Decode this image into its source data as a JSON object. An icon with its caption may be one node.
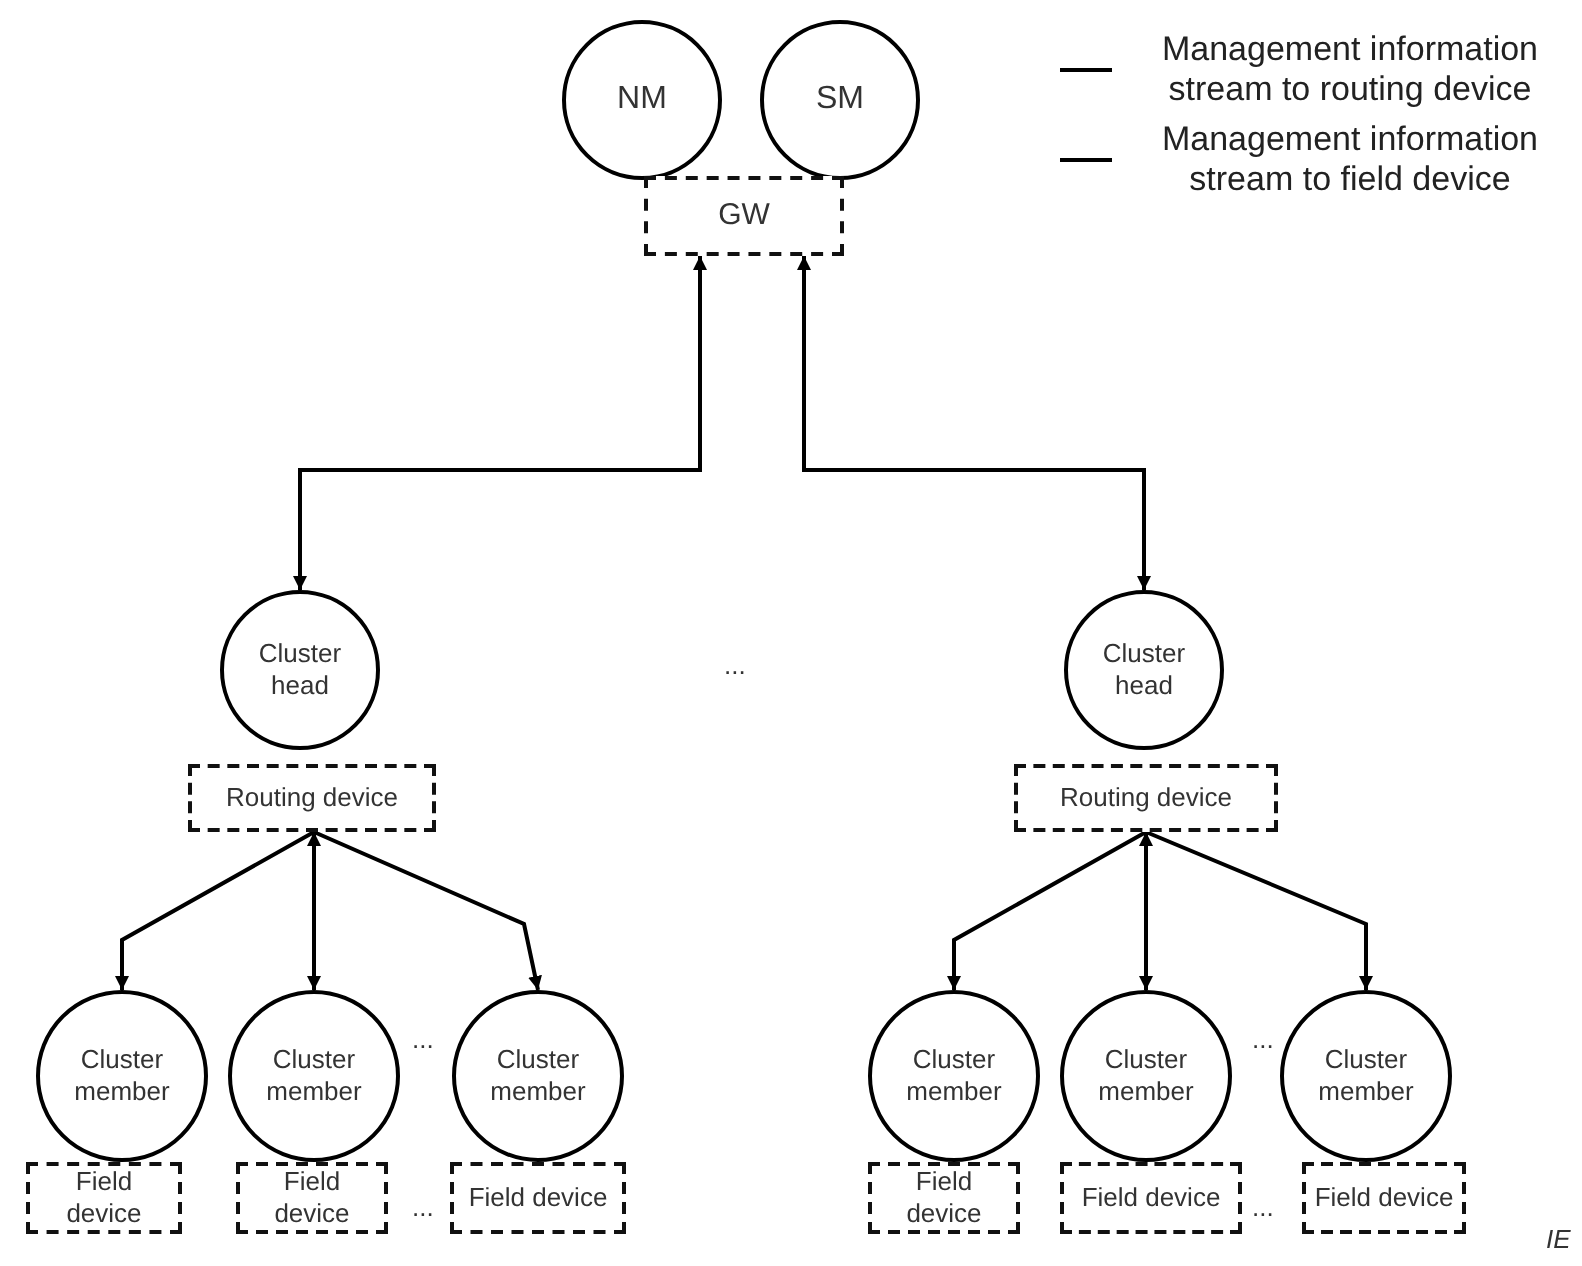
{
  "diagram": {
    "nodes": [
      {
        "text": [
          "NM"
        ]
      },
      {
        "text": [
          "SM"
        ]
      },
      {
        "text": [
          "GW"
        ]
      },
      {
        "text": [
          "Cluster head"
        ]
      },
      {
        "text": [
          "Routing device"
        ]
      },
      {
        "text": [
          "Cluster member"
        ]
      },
      {
        "text": [
          "Cluster member"
        ]
      },
      {
        "text": [
          "Cluster member"
        ]
      },
      {
        "text": [
          "Field device"
        ]
      },
      {
        "text": [
          "Field device"
        ]
      },
      {
        "text": [
          "Field device"
        ]
      },
      {
        "text": [
          "Cluster head"
        ]
      },
      {
        "text": [
          "Routing device"
        ]
      },
      {
        "text": [
          "Cluster member"
        ]
      },
      {
        "text": [
          "Cluster member"
        ]
      },
      {
        "text": [
          "Cluster member"
        ]
      },
      {
        "text": [
          "Field device"
        ]
      },
      {
        "text": [
          "Field device"
        ]
      },
      {
        "text": [
          "Field device"
        ]
      }
    ],
    "edges": [
      {
        "from": 2,
        "to": 3,
        "arrow": "both"
      },
      {
        "from": 2,
        "to": 11,
        "arrow": "both"
      },
      {
        "from": 4,
        "to": 5,
        "arrow": "to"
      },
      {
        "from": 4,
        "to": 6,
        "arrow": "both"
      },
      {
        "from": 4,
        "to": 7,
        "arrow": "to"
      },
      {
        "from": 12,
        "to": 13,
        "arrow": "to"
      },
      {
        "from": 12,
        "to": 14,
        "arrow": "both"
      },
      {
        "from": 12,
        "to": 15,
        "arrow": "to"
      }
    ],
    "labels": [
      "...",
      "...",
      "...",
      "...",
      "...",
      "IE"
    ],
    "legend": [
      {
        "text": "Management information stream to routing device"
      },
      {
        "text": "Management information stream to field device"
      }
    ]
  }
}
